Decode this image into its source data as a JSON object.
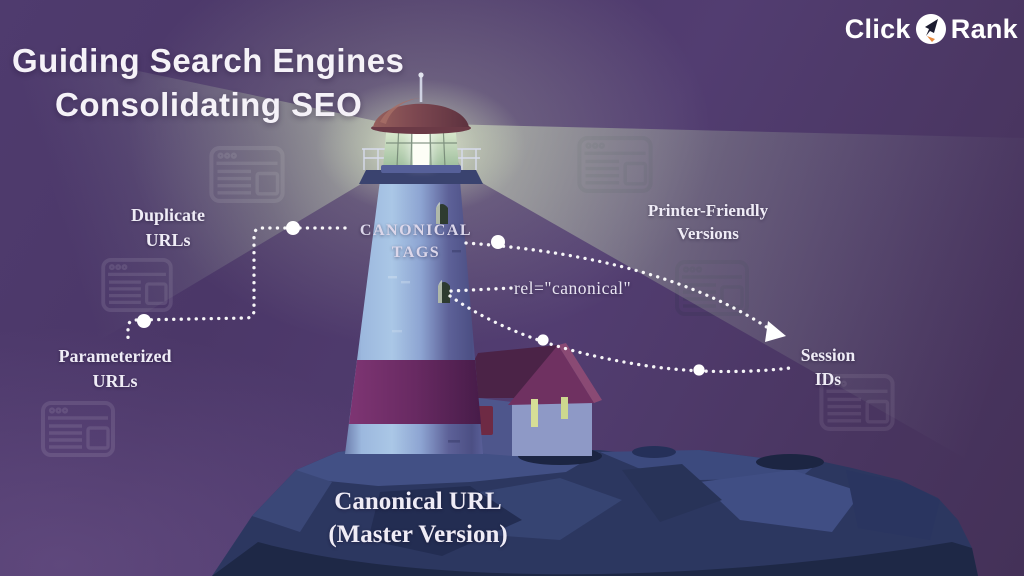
{
  "brand": {
    "prefix": "Click",
    "suffix": "Rank",
    "icon": "cursor-rocket-badge-icon"
  },
  "title": {
    "line1": "Guiding Search Engines",
    "line2": "Consolidating SEO"
  },
  "labels": {
    "duplicate_urls": {
      "line1": "Duplicate",
      "line2": "URLs"
    },
    "parameterized_urls": {
      "line1": "Parameterized",
      "line2": "URLs"
    },
    "canonical_tags": {
      "line1": "CANONICAL",
      "line2": "TAGS"
    },
    "printer_friendly_versions": {
      "line1": "Printer-Friendly",
      "line2": "Versions"
    },
    "rel_canonical": {
      "text": "rel=\"canonical\""
    },
    "session_ids": {
      "line1": "Session",
      "line2": "IDs"
    },
    "canonical_url_master": {
      "line1": "Canonical URL",
      "line2": "(Master Version)"
    }
  },
  "icons": {
    "background": "browser-window-icon",
    "illustration": "lighthouse-illustration",
    "connector_marker": "dotted-line-node",
    "arrow_marker": "arrowhead"
  },
  "colors": {
    "background_purple": "#4e3a6b",
    "beam_green": "#cfe0bc",
    "tower_light_blue": "#a9c6e6",
    "tower_shadow": "#4c4f84",
    "stripe_magenta": "#6b2a62",
    "dome_red": "#7a4550",
    "rock_navy": "#2c3760",
    "house_roof": "#4b2347",
    "window_lit": "#d6de96",
    "dotted_line": "#ffffff",
    "text_white": "#efecf6"
  }
}
